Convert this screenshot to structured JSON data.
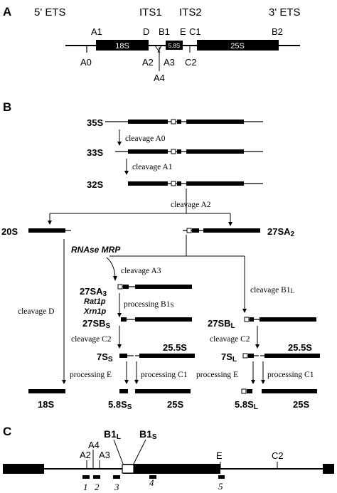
{
  "panels": {
    "a": "A",
    "b": "B",
    "c": "C"
  },
  "panel_a": {
    "region_5ets": "5' ETS",
    "region_its1": "ITS1",
    "region_its2": "ITS2",
    "region_3ets": "3' ETS",
    "site_a1": "A1",
    "site_d": "D",
    "site_b1": "B1",
    "site_e": "E",
    "site_c1": "C1",
    "site_b2": "B2",
    "site_a0": "A0",
    "site_a2": "A2",
    "site_a3": "A3",
    "site_a4": "A4",
    "site_c2": "C2",
    "seg_18s": "18S",
    "seg_58s": "5.8S",
    "seg_25s": "25S"
  },
  "panel_b": {
    "p35s": "35S",
    "p33s": "33S",
    "p32s": "32S",
    "p20s": "20S",
    "p27sa2": "27SA",
    "p27sa2_sub": "2",
    "p27sa3": "27SA",
    "p27sa3_sub": "3",
    "p27sbs": "27SB",
    "p27sbs_sub": "S",
    "p27sbl": "27SB",
    "p27sbl_sub": "L",
    "p7ss": "7S",
    "p7ss_sub": "S",
    "p7sl": "7S",
    "p7sl_sub": "L",
    "p255s_left": "25.5S",
    "p255s_right": "25.5S",
    "p18s": "18S",
    "p58ss": "5.8S",
    "p58ss_sub": "S",
    "p58sl": "5.8S",
    "p58sl_sub": "L",
    "p25s_left": "25S",
    "p25s_right": "25S",
    "cleavage_a0": "cleavage A0",
    "cleavage_a1": "cleavage A1",
    "cleavage_a2": "cleavage A2",
    "cleavage_a3": "cleavage A3",
    "cleavage_b1l": "cleavage B1",
    "cleavage_b1l_sub": "L",
    "cleavage_d": "cleavage D",
    "cleavage_c2_left": "cleavage C2",
    "cleavage_c2_right": "cleavage C2",
    "processing_b1s": "processing B1",
    "processing_b1s_sub": "S",
    "processing_e_left": "processing E",
    "processing_e_right": "processing E",
    "processing_c1_left": "processing C1",
    "processing_c1_right": "processing C1",
    "rnase_mrp": "RNAse MRP",
    "rat1p": "Rat1p",
    "xrn1p": "Xrn1p"
  },
  "panel_c": {
    "site_a2": "A2",
    "site_a4": "A4",
    "site_a3": "A3",
    "site_b1l": "B1",
    "site_b1l_sub": "L",
    "site_b1s": "B1",
    "site_b1s_sub": "S",
    "site_e": "E",
    "site_c2": "C2",
    "probe_1": "1",
    "probe_2": "2",
    "probe_3": "3",
    "probe_4": "4",
    "probe_5": "5"
  }
}
